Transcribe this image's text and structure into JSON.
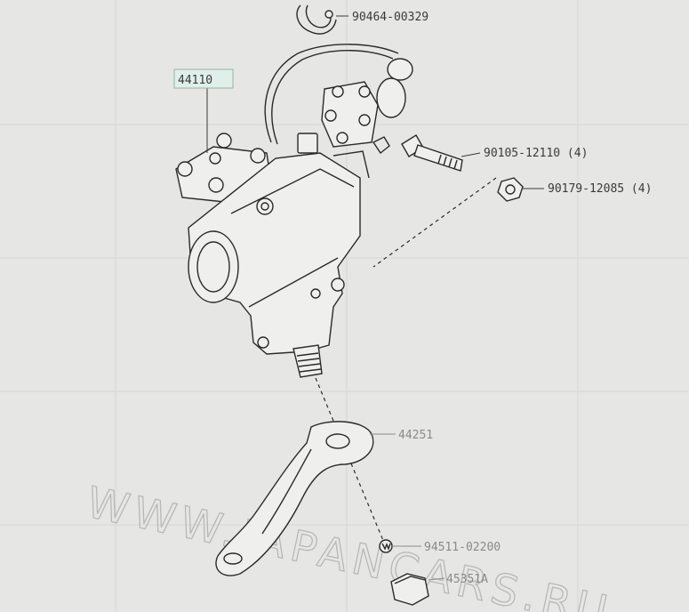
{
  "callouts": {
    "main_assembly": "44110",
    "hose_clamp": "90464-00329",
    "bolt": "90105-12110 (4)",
    "nut": "90179-12085 (4)",
    "pitman_arm": "44251",
    "lock_washer": "94511-02200",
    "arm_nut": "45351A"
  },
  "watermark": "WWW.JAPANCARS.RU",
  "colors": {
    "background": "#e6e6e4",
    "line": "#2a2a2a",
    "callout_highlight": "#dff0ea"
  }
}
